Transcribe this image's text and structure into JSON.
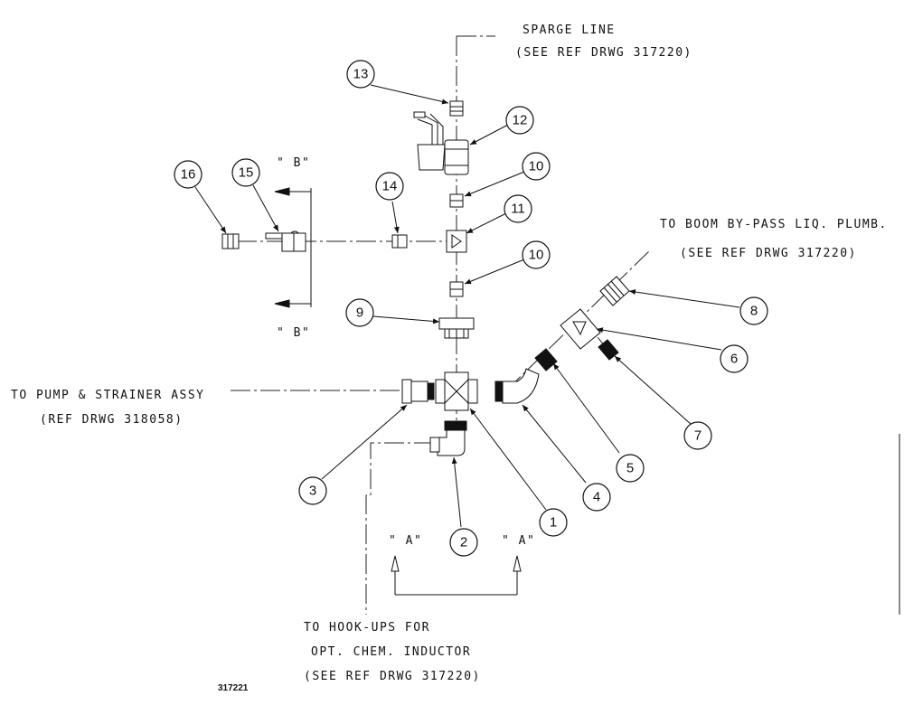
{
  "callouts": {
    "sparge_line": "SPARGE LINE",
    "sparge_ref": "(SEE REF DRWG 317220)",
    "boom_bypass": "TO BOOM BY-PASS LIQ. PLUMB.",
    "boom_ref": "(SEE REF DRWG 317220)",
    "pump_strainer": "TO PUMP & STRAINER ASSY",
    "pump_ref": "(REF DRWG 318058)",
    "hookups_1": "TO HOOK-UPS FOR",
    "hookups_2": "OPT. CHEM. INDUCTOR",
    "hookups_3": "(SEE REF DRWG 317220)"
  },
  "section_marks": {
    "b_top": "\" B\"",
    "b_bottom": "\" B\"",
    "a_left": "\" A\"",
    "a_right": "\" A\""
  },
  "balloons": {
    "n1": "1",
    "n2": "2",
    "n3": "3",
    "n4": "4",
    "n5": "5",
    "n6": "6",
    "n7": "7",
    "n8": "8",
    "n9": "9",
    "n10a": "10",
    "n10b": "10",
    "n11": "11",
    "n12": "12",
    "n13": "13",
    "n14": "14",
    "n15": "15",
    "n16": "16"
  },
  "drawing_number": "317221"
}
